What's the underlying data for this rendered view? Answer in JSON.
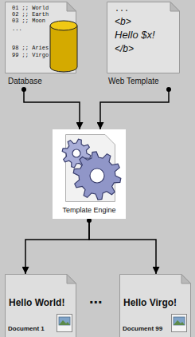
{
  "diagram": {
    "nodes": [
      {
        "text": [
          "01 ;; World",
          "02 ;; Earth",
          "03 ;; Moon",
          "...",
          "98 ;; Aries",
          "99 ;; Virgo",
          "Database"
        ]
      },
      {
        "text": [
          "...",
          "<b>",
          "Hello $x!",
          "</b>",
          "Web Template"
        ]
      },
      {
        "text": [
          "Template Engine"
        ]
      },
      {
        "text": [
          "Hello World!",
          "Document 1"
        ]
      },
      {
        "text": [
          "Hello Virgo!",
          "Document 99"
        ]
      }
    ],
    "edges": [
      {
        "from": 0,
        "to": 2,
        "arrow": "to"
      },
      {
        "from": 1,
        "to": 2,
        "arrow": "to"
      },
      {
        "from": 2,
        "to": 3,
        "arrow": "to"
      },
      {
        "from": 2,
        "to": 4,
        "arrow": "to"
      }
    ],
    "labels": [
      "..."
    ]
  }
}
